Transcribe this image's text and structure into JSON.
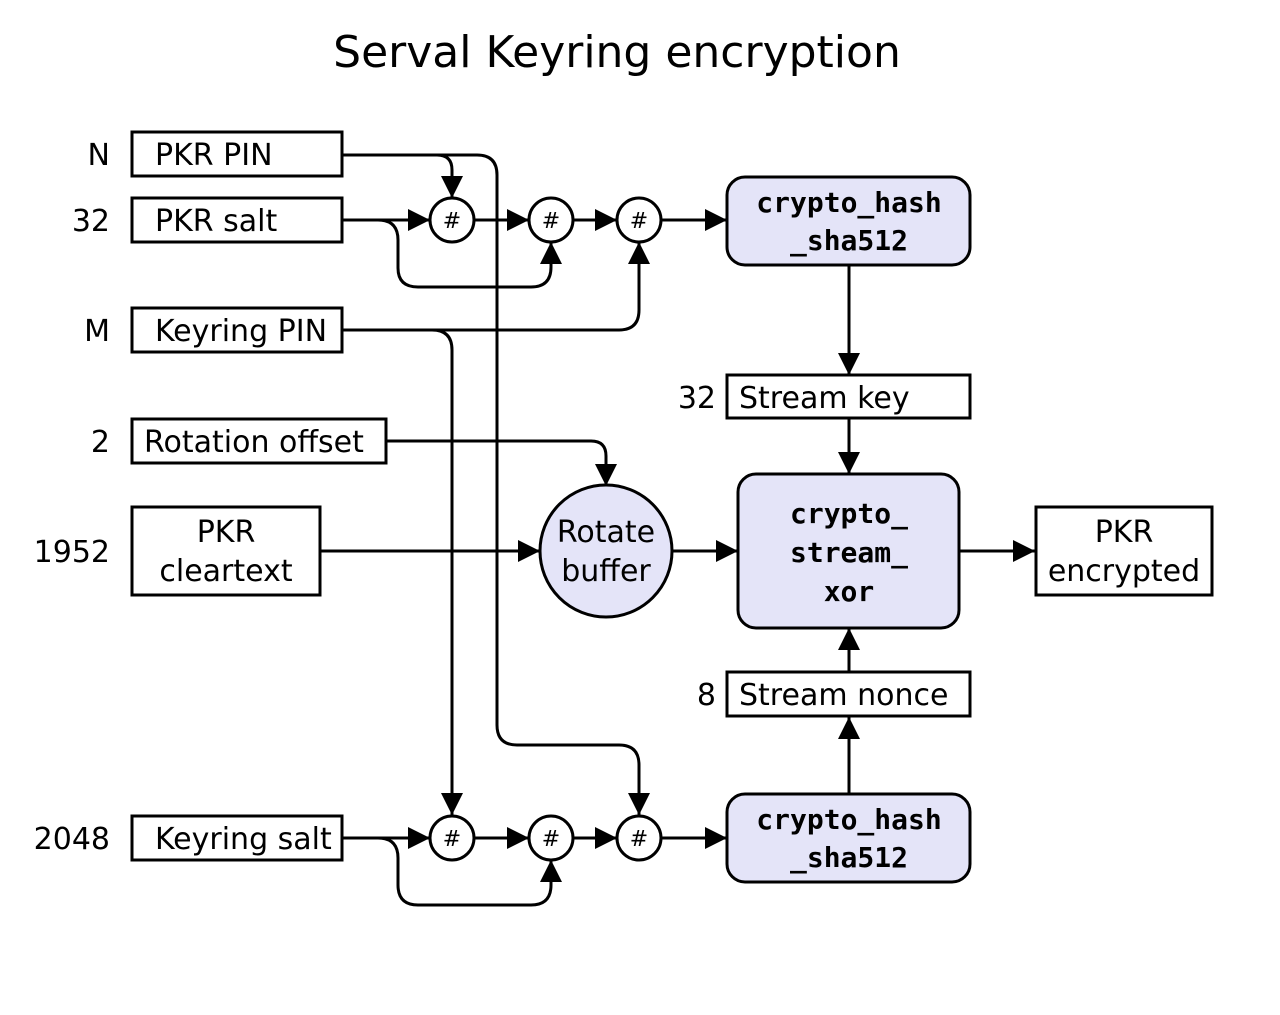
{
  "title": "Serval Keyring encryption",
  "inputs": {
    "pkr_pin": {
      "size": "N",
      "label": "PKR PIN"
    },
    "pkr_salt": {
      "size": "32",
      "label": "PKR salt"
    },
    "keyring_pin": {
      "size": "M",
      "label": "Keyring PIN"
    },
    "rotation_offset": {
      "size": "2",
      "label": "Rotation offset"
    },
    "pkr_cleartext": {
      "size": "1952",
      "lines": [
        "PKR",
        "cleartext"
      ]
    },
    "keyring_salt": {
      "size": "2048",
      "label": "Keyring salt"
    }
  },
  "hash_symbol": "#",
  "hash_top": {
    "lines": [
      "crypto_hash",
      "_sha512"
    ]
  },
  "hash_bottom": {
    "lines": [
      "crypto_hash",
      "_sha512"
    ]
  },
  "stream_key": {
    "size": "32",
    "label": "Stream key"
  },
  "stream_nonce": {
    "size": "8",
    "label": "Stream nonce"
  },
  "rotate": {
    "lines": [
      "Rotate",
      "buffer"
    ]
  },
  "xor": {
    "lines": [
      "crypto_",
      "stream_",
      "xor"
    ]
  },
  "output": {
    "lines": [
      "PKR",
      "encrypted"
    ]
  },
  "colors": {
    "function_fill": "#e4e4f8",
    "stroke": "#000000"
  }
}
